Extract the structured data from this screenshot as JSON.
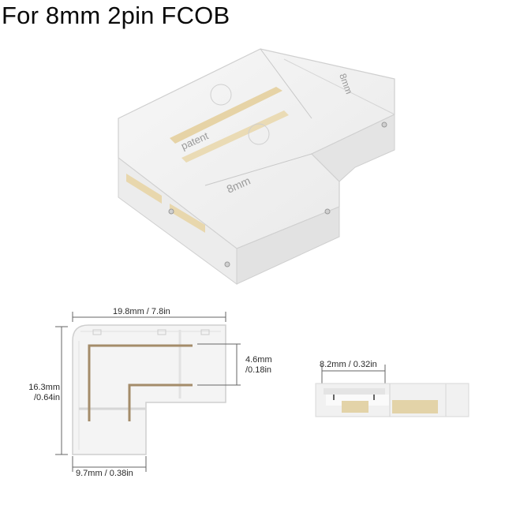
{
  "title": "For 8mm 2pin FCOB",
  "product_render": {
    "description": "Transparent L-shaped 2-pin FCOB LED strip corner connector, 3D view",
    "embossed_text": [
      "patent",
      "8mm",
      "8mm"
    ],
    "colors": {
      "body": "#eeeeee",
      "edge": "#c9c9c9",
      "contact": "#e6d3a6",
      "background": "#ffffff"
    }
  },
  "top_view_drawing": {
    "width_label": "19.8mm / 7.8in",
    "height_label_line1": "16.3mm",
    "height_label_line2": "/0.64in",
    "pin_spacing_line1": "4.6mm",
    "pin_spacing_line2": "/0.18in",
    "leg_width_label": "9.7mm / 0.38in",
    "conductor_color": "#a48c6a"
  },
  "side_view_drawing": {
    "depth_label": "8.2mm / 0.32in",
    "contact_color": "#e3d3a8"
  }
}
